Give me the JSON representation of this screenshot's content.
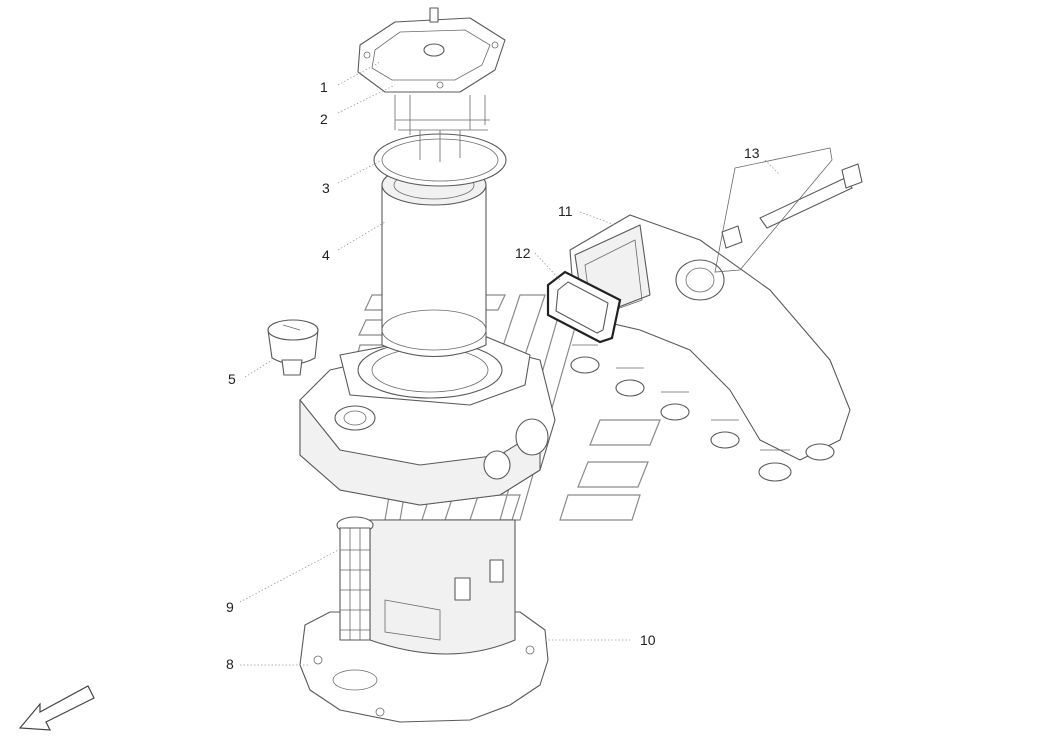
{
  "callouts": [
    {
      "id": "1",
      "label": "1"
    },
    {
      "id": "2",
      "label": "2"
    },
    {
      "id": "3",
      "label": "3"
    },
    {
      "id": "4",
      "label": "4"
    },
    {
      "id": "5",
      "label": "5"
    },
    {
      "id": "8",
      "label": "8"
    },
    {
      "id": "9",
      "label": "9"
    },
    {
      "id": "10",
      "label": "10"
    },
    {
      "id": "11",
      "label": "11"
    },
    {
      "id": "12",
      "label": "12"
    },
    {
      "id": "13",
      "label": "13"
    }
  ]
}
